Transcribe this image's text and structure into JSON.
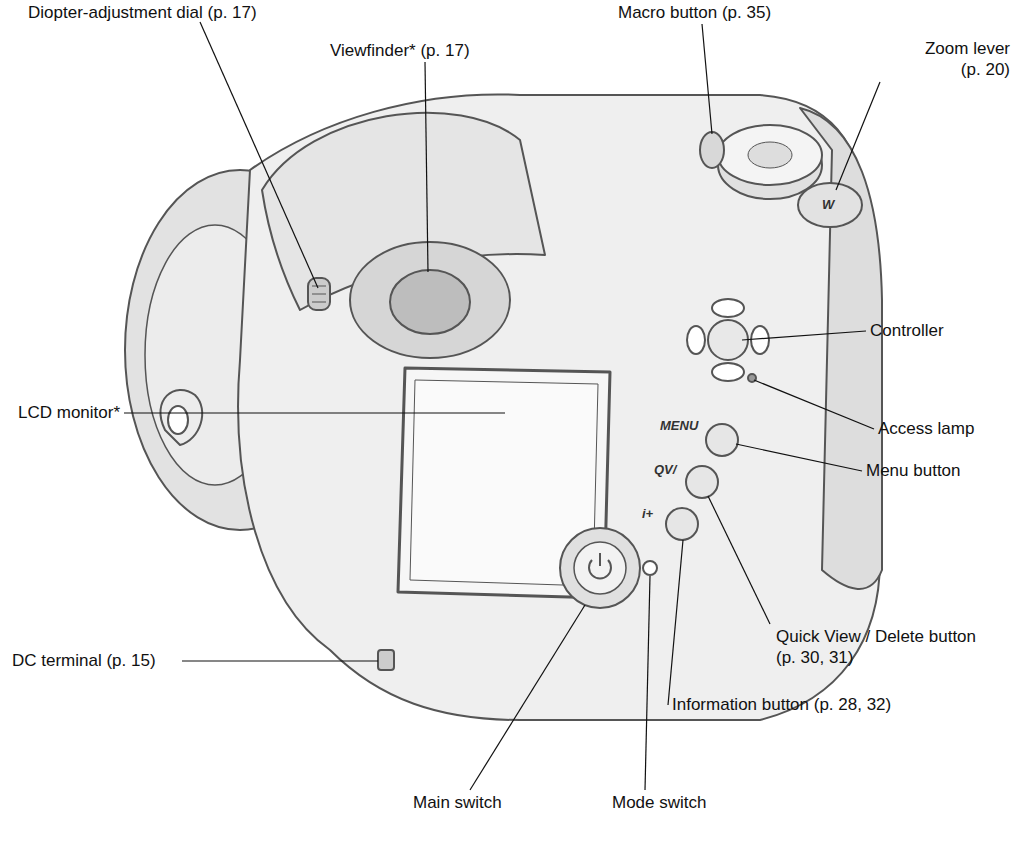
{
  "diagram": {
    "labels": [
      "Diopter-adjustment dial (p. 17)",
      "Viewfinder* (p. 17)",
      "Macro button (p. 35)",
      "Zoom lever (p. 20)",
      "Controller",
      "LCD monitor*",
      "Access lamp",
      "Menu button",
      "DC terminal (p. 15)",
      "Quick View / Delete button (p. 30, 31)",
      "Information button (p. 28, 32)",
      "Main switch",
      "Mode switch",
      "MENU",
      "QV/",
      "i+",
      "W"
    ]
  }
}
